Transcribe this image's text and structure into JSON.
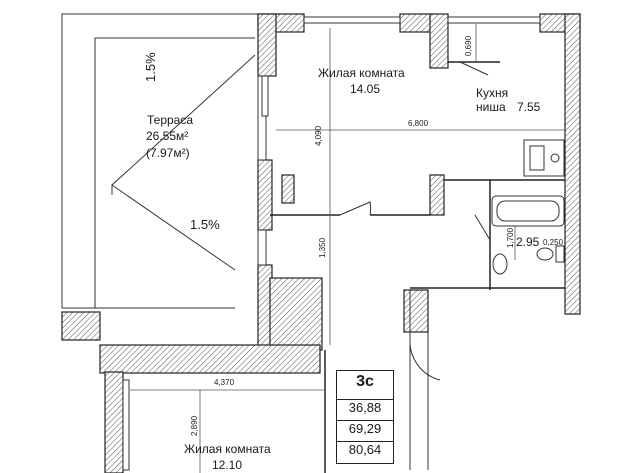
{
  "terrace": {
    "name": "Терраса",
    "area": "26.55м²",
    "reduced_area": "(7.97м²)",
    "slope_top": "1.5%",
    "slope_mid": "1.5%"
  },
  "living_room_1": {
    "name": "Жилая комната",
    "area": "14.05"
  },
  "kitchen": {
    "name_line1": "Кухня",
    "name_line2": "ниша",
    "area": "7.55"
  },
  "bathroom": {
    "area": "2.95"
  },
  "living_room_2": {
    "name": "Жилая комната",
    "area": "12.10"
  },
  "dimensions": {
    "d_0690": "0,690",
    "d_4090": "4,090",
    "d_6800": "6,800",
    "d_1350": "1,350",
    "d_1700": "1,700",
    "d_0250": "0,250",
    "d_4370": "4,370",
    "d_2890": "2,890"
  },
  "apartment": {
    "type": "3с",
    "living_area": "36,88",
    "total_area": "69,29",
    "full_area": "80,64"
  }
}
